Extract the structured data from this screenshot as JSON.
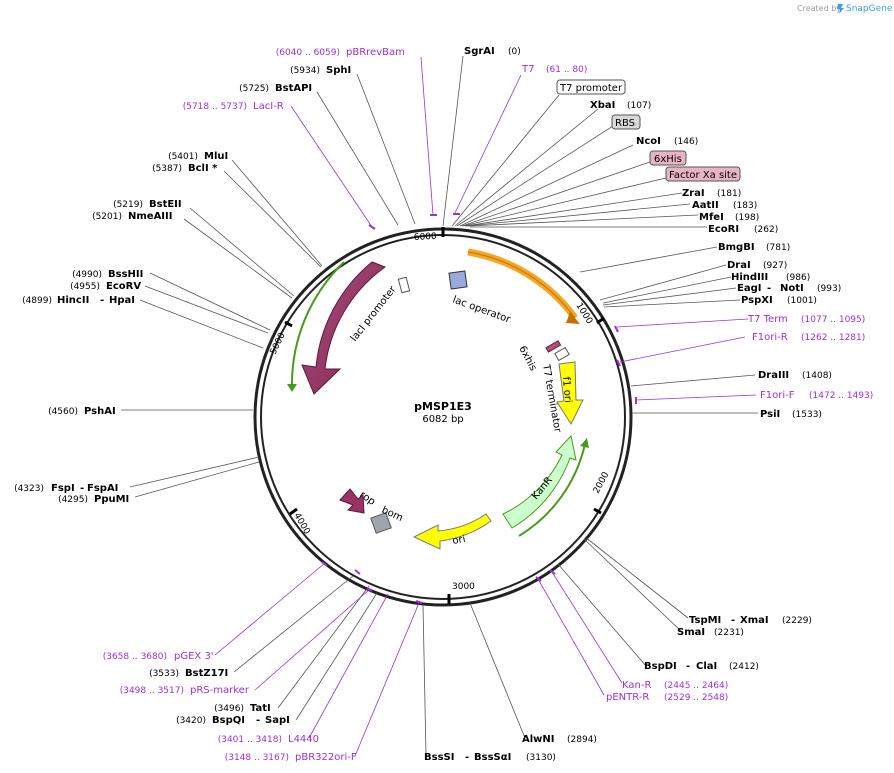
{
  "credit": {
    "prefix": "Created by",
    "brand": "SnapGene"
  },
  "plasmid": {
    "name": "pMSP1E3",
    "length_label": "6082 bp"
  },
  "ticks": [
    "6000",
    "1000",
    "2000",
    "3000",
    "4000",
    "5000"
  ],
  "colors": {
    "primer": "#9b30d9",
    "lacI": "#993366",
    "amp_arrow": "#f5a623",
    "ori": "#ffff00",
    "kanR": "#ccffcc",
    "rop": "#993366",
    "bom": "#999999"
  },
  "features": {
    "lacI": "lacI",
    "lacI_promoter": "lacI promoter",
    "lac_operator": "lac operator",
    "f1_ori": "f1 ori",
    "T7_terminator": "T7 terminator",
    "sixxhis": "6xhis",
    "KanR": "KanR",
    "ori": "ori",
    "rop": "rop",
    "bom": "bom"
  },
  "boxed_labels": [
    {
      "label": "T7 promoter",
      "style": "outline"
    },
    {
      "label": "RBS",
      "style": "gray"
    },
    {
      "label": "6xHis",
      "style": "pink"
    },
    {
      "label": "Factor Xa site",
      "style": "pink"
    }
  ],
  "right_sites": [
    {
      "name": "SgrAI",
      "pos": "(0)"
    },
    {
      "name": "XbaI",
      "pos": "(107)"
    },
    {
      "name": "NcoI",
      "pos": "(146)"
    },
    {
      "name": "ZraI",
      "pos": "(181)"
    },
    {
      "name": "AatII",
      "pos": "(183)"
    },
    {
      "name": "MfeI",
      "pos": "(198)"
    },
    {
      "name": "EcoRI",
      "pos": "(262)"
    },
    {
      "name": "BmgBI",
      "pos": "(781)"
    },
    {
      "name": "DraI",
      "pos": "(927)"
    },
    {
      "name": "HindIII",
      "pos": "(986)"
    },
    {
      "name": "EagI",
      "name2": "NotI",
      "pos": "(993)"
    },
    {
      "name": "PspXI",
      "pos": "(1001)"
    },
    {
      "name": "DraIII",
      "pos": "(1408)"
    },
    {
      "name": "PsiI",
      "pos": "(1533)"
    },
    {
      "name": "TspMI",
      "name2": "XmaI",
      "pos": "(2229)"
    },
    {
      "name": "SmaI",
      "pos": "(2231)"
    },
    {
      "name": "BspDI",
      "name2": "ClaI",
      "pos": "(2412)"
    },
    {
      "name": "AlwNI",
      "pos": "(2894)"
    },
    {
      "name": "BssSI",
      "name2": "BssSαI",
      "pos": "(3130)"
    }
  ],
  "left_sites": [
    {
      "name": "SphI",
      "pos": "(5934)"
    },
    {
      "name": "BstAPI",
      "pos": "(5725)"
    },
    {
      "name": "MluI",
      "pos": "(5401)"
    },
    {
      "name": "BclI *",
      "pos": "(5387)"
    },
    {
      "name": "BstEII",
      "pos": "(5219)"
    },
    {
      "name": "NmeAIII",
      "pos": "(5201)"
    },
    {
      "name": "BssHII",
      "pos": "(4990)"
    },
    {
      "name": "EcoRV",
      "pos": "(4955)"
    },
    {
      "name": "HincII",
      "name2": "HpaI",
      "pos": "(4899)"
    },
    {
      "name": "PshAI",
      "pos": "(4560)"
    },
    {
      "name": "FspI",
      "name2": "FspAI",
      "pos": "(4323)"
    },
    {
      "name": "PpuMI",
      "pos": "(4295)"
    },
    {
      "name": "BstZ17I",
      "pos": "(3533)"
    },
    {
      "name": "TatI",
      "pos": "(3496)"
    },
    {
      "name": "BspQI",
      "name2": "SapI",
      "pos": "(3420)"
    }
  ],
  "primers": [
    {
      "name": "pBRrevBam",
      "range": "(6040 .. 6059)"
    },
    {
      "name": "T7",
      "range": "(61 .. 80)"
    },
    {
      "name": "LacI-R",
      "range": "(5718 .. 5737)"
    },
    {
      "name": "T7 Term",
      "range": "(1077 .. 1095)"
    },
    {
      "name": "F1ori-R",
      "range": "(1262 .. 1281)"
    },
    {
      "name": "F1ori-F",
      "range": "(1472 .. 1493)"
    },
    {
      "name": "Kan-R",
      "range": "(2445 .. 2464)"
    },
    {
      "name": "pENTR-R",
      "range": "(2529 .. 2548)"
    },
    {
      "name": "pGEX 3'",
      "range": "(3658 .. 3680)"
    },
    {
      "name": "pRS-marker",
      "range": "(3498 .. 3517)"
    },
    {
      "name": "L4440",
      "range": "(3401 .. 3418)"
    },
    {
      "name": "pBR322ori-F",
      "range": "(3148 .. 3167)"
    }
  ]
}
